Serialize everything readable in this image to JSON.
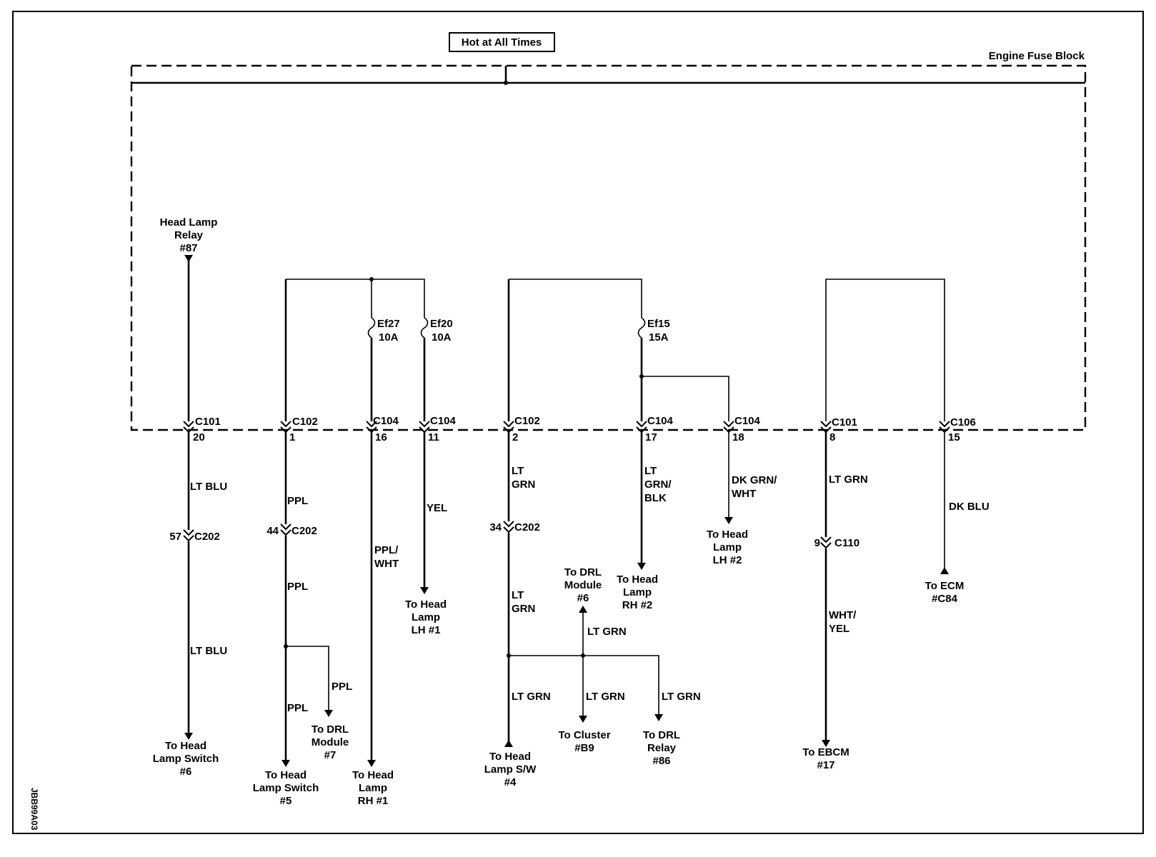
{
  "power_label": "Hot at All Times",
  "block_label": "Engine Fuse Block",
  "diagram_id": "JBB99A03",
  "fuses": [
    {
      "name": "Ef27",
      "rating": "10A"
    },
    {
      "name": "Ef20",
      "rating": "10A"
    },
    {
      "name": "Ef15",
      "rating": "15A"
    }
  ],
  "relay_source": {
    "line1": "Head Lamp",
    "line2": "Relay",
    "line3": "#87"
  },
  "connectors": [
    {
      "name": "C101",
      "pin": "20"
    },
    {
      "name": "C102",
      "pin": "1"
    },
    {
      "name": "C104",
      "pin": "16"
    },
    {
      "name": "C104",
      "pin": "11"
    },
    {
      "name": "C102",
      "pin": "2"
    },
    {
      "name": "C104",
      "pin": "17"
    },
    {
      "name": "C104",
      "pin": "18"
    },
    {
      "name": "C101",
      "pin": "8"
    },
    {
      "name": "C106",
      "pin": "15"
    }
  ],
  "inline_connectors": [
    {
      "name": "C202",
      "pin": "57"
    },
    {
      "name": "C202",
      "pin": "44"
    },
    {
      "name": "C202",
      "pin": "34"
    },
    {
      "name": "C110",
      "pin": "9"
    }
  ],
  "wire_colors": [
    "LT BLU",
    "LT BLU",
    "PPL",
    "PPL",
    "PPL",
    "PPL",
    "PPL/",
    "WHT",
    "YEL",
    "LT",
    "GRN",
    "LT",
    "GRN",
    "LT GRN",
    "LT GRN",
    "LT GRN",
    "LT GRN",
    "LT",
    "GRN/",
    "BLK",
    "DK GRN/",
    "WHT",
    "LT GRN",
    "WHT/",
    "YEL",
    "DK BLU"
  ],
  "destinations": [
    {
      "line1": "To Head",
      "line2": "Lamp Switch",
      "line3": "#6"
    },
    {
      "line1": "To Head",
      "line2": "Lamp Switch",
      "line3": "#5"
    },
    {
      "line1": "To DRL",
      "line2": "Module",
      "line3": "#7"
    },
    {
      "line1": "To Head",
      "line2": "Lamp",
      "line3": "RH #1"
    },
    {
      "line1": "To Head",
      "line2": "Lamp",
      "line3": "LH #1"
    },
    {
      "line1": "To Head",
      "line2": "Lamp S/W",
      "line3": "#4"
    },
    {
      "line1": "To DRL",
      "line2": "Module",
      "line3": "#6"
    },
    {
      "line1": "To Cluster",
      "line2": "#B9",
      "line3": ""
    },
    {
      "line1": "To DRL",
      "line2": "Relay",
      "line3": "#86"
    },
    {
      "line1": "To Head",
      "line2": "Lamp",
      "line3": "RH #2"
    },
    {
      "line1": "To Head",
      "line2": "Lamp",
      "line3": "LH #2"
    },
    {
      "line1": "To EBCM",
      "line2": "#17",
      "line3": ""
    },
    {
      "line1": "To ECM",
      "line2": "#C84",
      "line3": ""
    }
  ]
}
